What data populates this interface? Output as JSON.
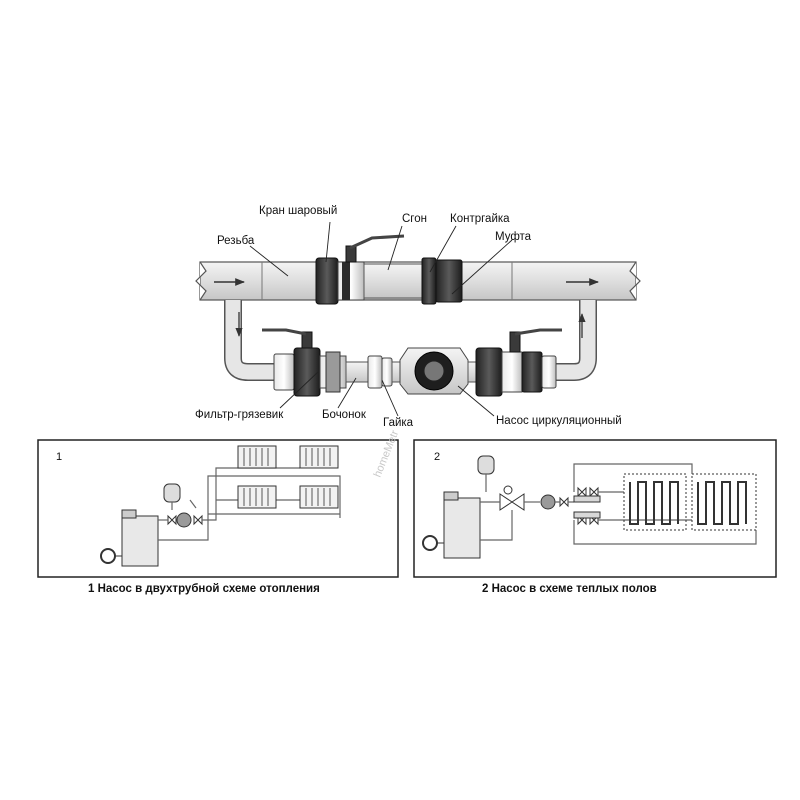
{
  "labels": {
    "ball_valve": "Кран шаровый",
    "thread": "Резьба",
    "sgon": "Сгон",
    "locknut": "Контргайка",
    "coupling": "Муфта",
    "dirt_filter": "Фильтр-грязевик",
    "barrel": "Бочонок",
    "nut": "Гайка",
    "circ_pump": "Насос циркуляционный"
  },
  "panels": [
    {
      "number": "1",
      "caption": "1 Насос в двухтрубной схеме отопления"
    },
    {
      "number": "2",
      "caption": "2 Насос в схеме теплых полов"
    }
  ],
  "watermark": "homeMetr"
}
